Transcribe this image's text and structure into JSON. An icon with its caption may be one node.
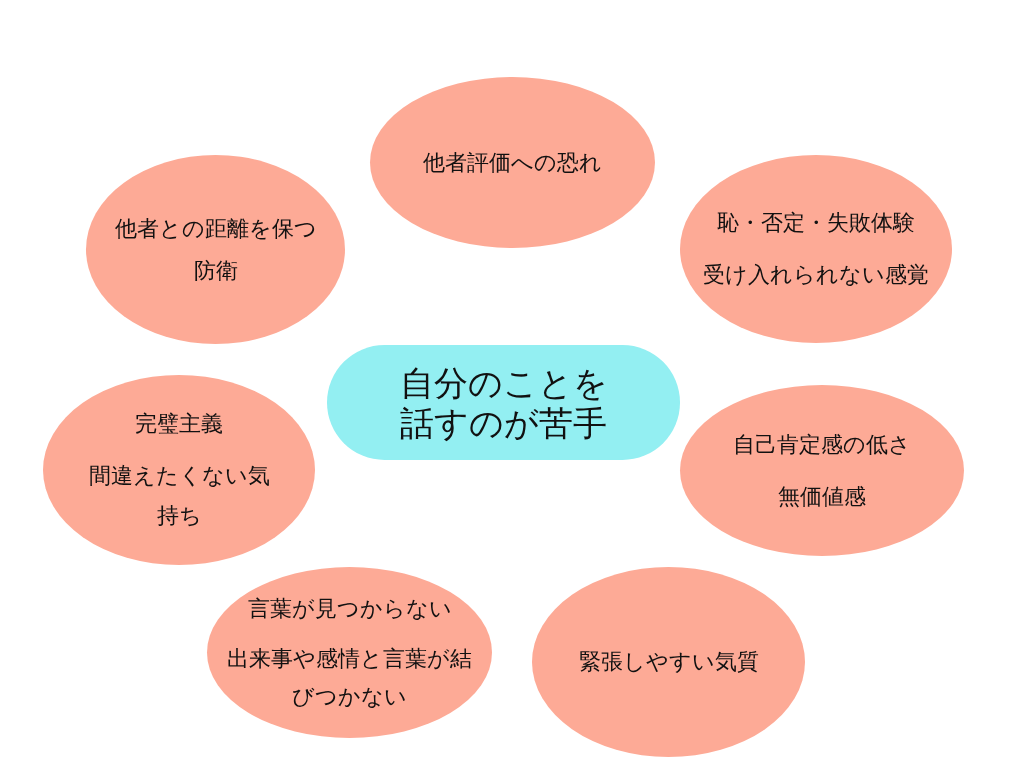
{
  "diagram": {
    "nodes": [
      {
        "text": [
          "自分のことを話すのが苦手"
        ]
      },
      {
        "text": [
          "他者評価への恐れ"
        ]
      },
      {
        "text": [
          "恥・否定・失敗体験",
          "受け入れられない感覚"
        ]
      },
      {
        "text": [
          "自己肯定感の低さ",
          "無価値感"
        ]
      },
      {
        "text": [
          "緊張しやすい気質"
        ]
      },
      {
        "text": [
          "言葉が見つからない",
          "出来事や感情と言葉が結びつかない"
        ]
      },
      {
        "text": [
          "完璧主義",
          "間違えたくない気持ち"
        ]
      },
      {
        "text": [
          "他者との距離を保つ防衛"
        ]
      }
    ],
    "edges": []
  }
}
